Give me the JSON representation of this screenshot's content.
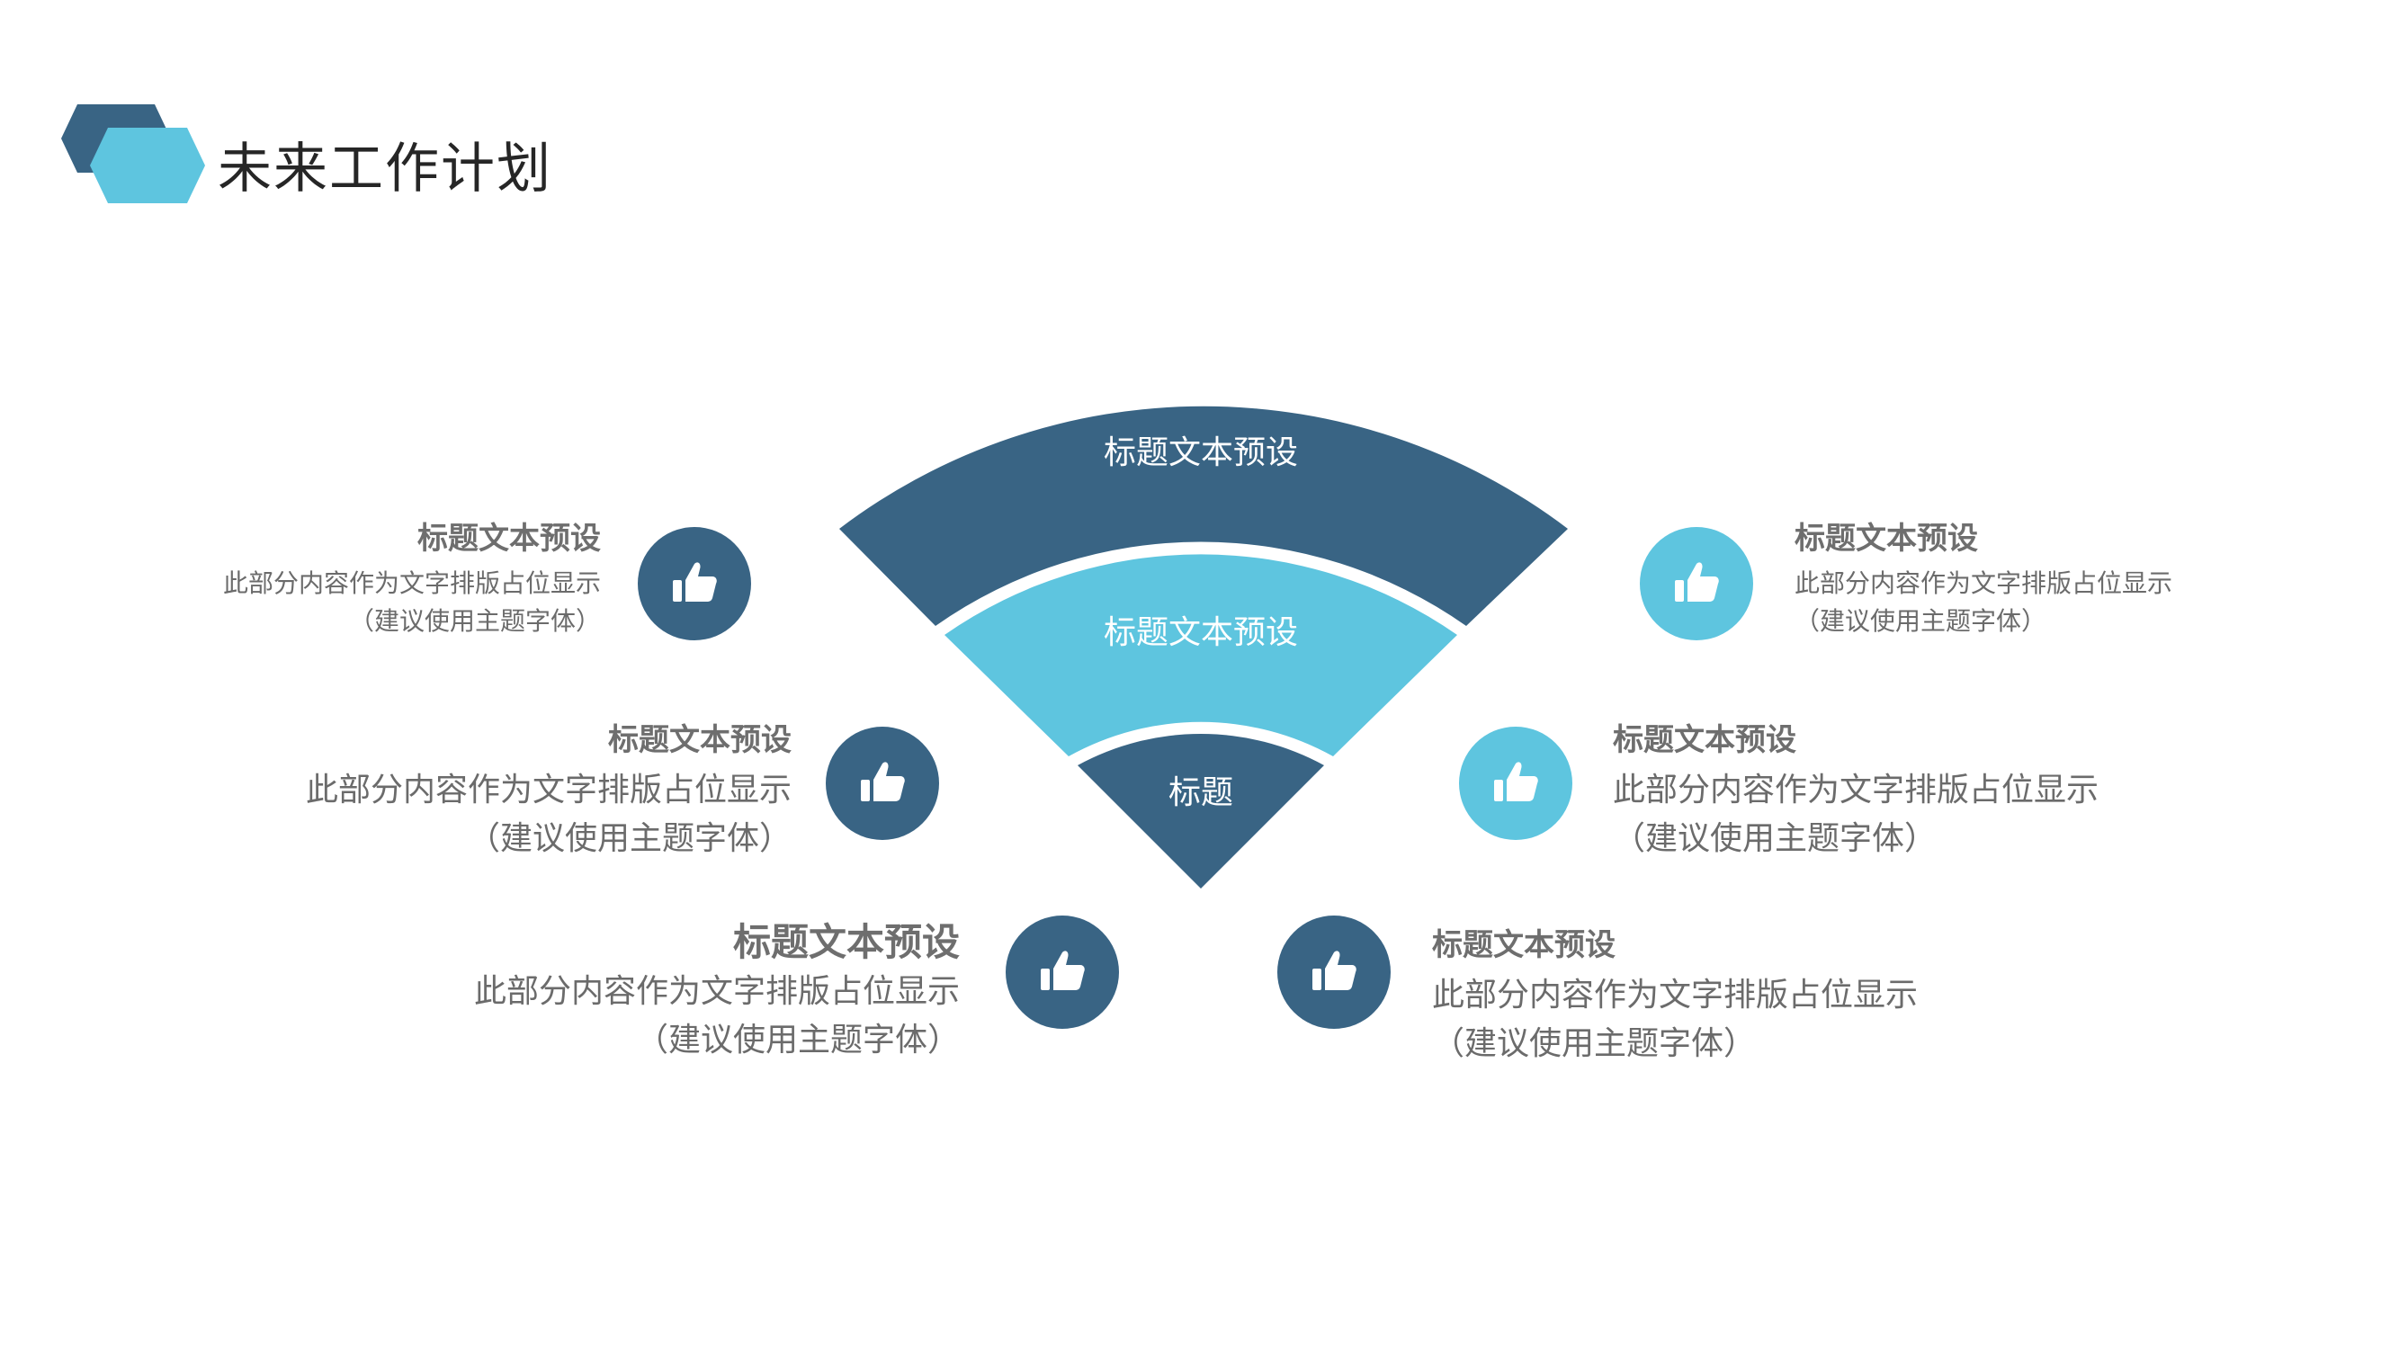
{
  "page": {
    "title": "未来工作计划"
  },
  "fan": {
    "outer_label": "标题文本预设",
    "middle_label": "标题文本预设",
    "inner_label": "标题",
    "colors": {
      "dark": "#396484",
      "light": "#5ec5df"
    }
  },
  "items": [
    {
      "side": "left",
      "icon": "thumbs-up-icon",
      "color": "dark",
      "title": "标题文本预设",
      "desc1": "此部分内容作为文字排版占位显示",
      "desc2": "（建议使用主题字体）"
    },
    {
      "side": "left",
      "icon": "thumbs-up-icon",
      "color": "dark",
      "title": "标题文本预设",
      "desc1": "此部分内容作为文字排版占位显示",
      "desc2": "（建议使用主题字体）"
    },
    {
      "side": "left",
      "icon": "thumbs-up-icon",
      "color": "dark",
      "title": "标题文本预设",
      "desc1": "此部分内容作为文字排版占位显示",
      "desc2": "（建议使用主题字体）"
    },
    {
      "side": "right",
      "icon": "thumbs-up-icon",
      "color": "light",
      "title": "标题文本预设",
      "desc1": "此部分内容作为文字排版占位显示",
      "desc2": "（建议使用主题字体）"
    },
    {
      "side": "right",
      "icon": "thumbs-up-icon",
      "color": "light",
      "title": "标题文本预设",
      "desc1": "此部分内容作为文字排版占位显示",
      "desc2": "（建议使用主题字体）"
    },
    {
      "side": "right",
      "icon": "thumbs-up-icon",
      "color": "dark",
      "title": "标题文本预设",
      "desc1": "此部分内容作为文字排版占位显示",
      "desc2": "（建议使用主题字体）"
    }
  ]
}
